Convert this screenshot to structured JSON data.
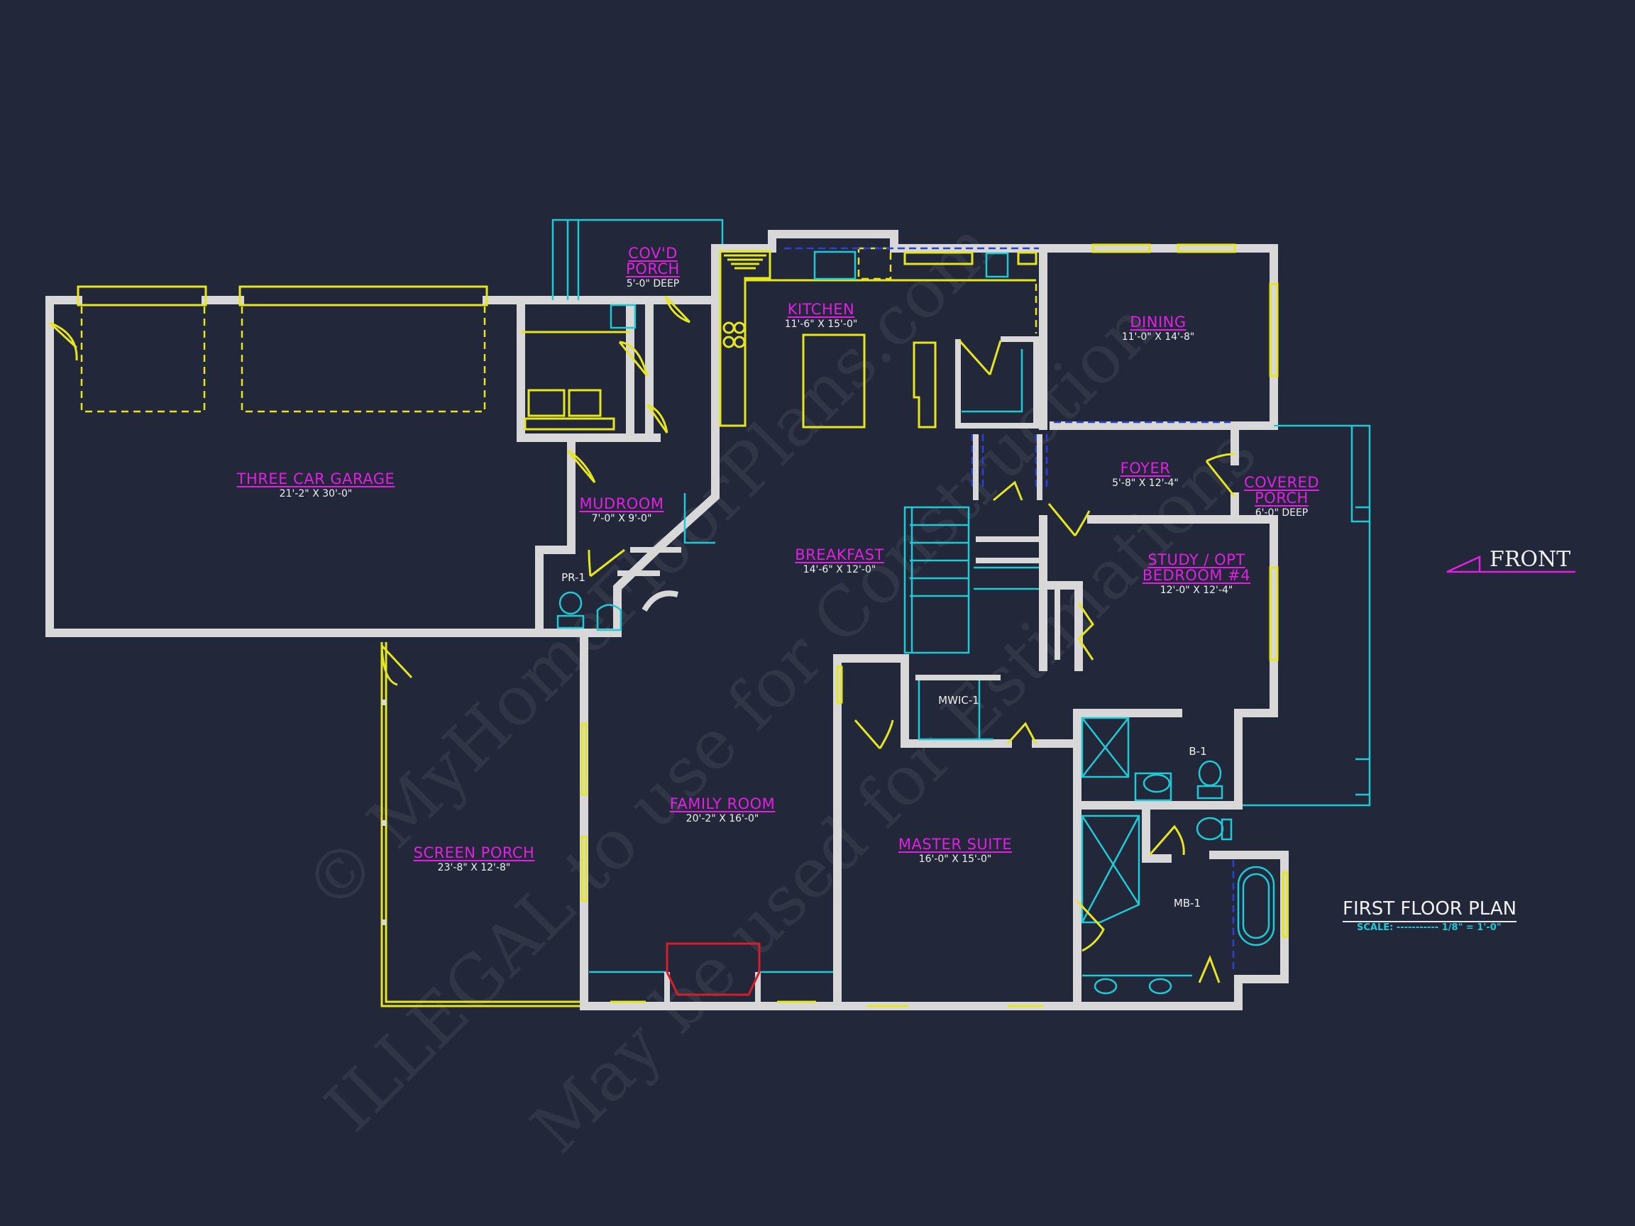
{
  "plan": {
    "title": "FIRST FLOOR PLAN",
    "scale": "SCALE: ----------- 1/8\" = 1'-0\"",
    "orientation": "FRONT",
    "background_color": "#22273a",
    "label_color": "#e31fe3",
    "wall_color": "#d8d8d8",
    "fixture_color": "#1ecad6",
    "door_window_color": "#e6e61e"
  },
  "rooms": [
    {
      "name": "THREE CAR GARAGE",
      "dims": "21'-2\" X 30'-0\""
    },
    {
      "name": "COV'D PORCH",
      "dims": "5'-0\" DEEP"
    },
    {
      "name": "KITCHEN",
      "dims": "11'-6\" X 15'-0\""
    },
    {
      "name": "DINING",
      "dims": "11'-0\" X 14'-8\""
    },
    {
      "name": "FOYER",
      "dims": "5'-8\" X 12'-4\""
    },
    {
      "name": "COVERED PORCH",
      "dims": "6'-0\" DEEP"
    },
    {
      "name": "MUDROOM",
      "dims": "7'-0\" X 9'-0\""
    },
    {
      "name": "BREAKFAST",
      "dims": "14'-6\" X 12'-0\""
    },
    {
      "name": "STUDY / OPT BEDROOM #4",
      "dims": "12'-0\" X 12'-4\""
    },
    {
      "name": "SCREEN PORCH",
      "dims": "23'-8\" X 12'-8\""
    },
    {
      "name": "FAMILY ROOM",
      "dims": "20'-2\" X 16'-0\""
    },
    {
      "name": "MASTER SUITE",
      "dims": "16'-0\" X 15'-0\""
    }
  ],
  "tags": {
    "powder_room": "PR-1",
    "walk_in_closet": "MWIC-1",
    "bath_1": "B-1",
    "master_bath": "MB-1"
  },
  "watermark": [
    "© MyHomeFloorPlans.com",
    "ILLEGAL to use for Construction",
    "May be used for Estimations"
  ]
}
